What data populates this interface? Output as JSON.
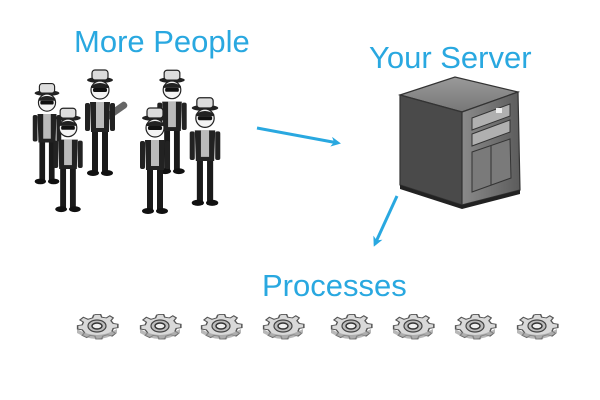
{
  "labels": {
    "people": "More People",
    "server": "Your Server",
    "processes": "Processes"
  },
  "colors": {
    "accent": "#29a8e0",
    "figure_dark": "#222222",
    "server_body": "#6f6f6f",
    "gear_fill": "#d8d8d8"
  },
  "icons": {
    "people": "cartoon-people-group-icon",
    "server": "tower-server-icon",
    "process": "gear-icon"
  },
  "process_count": 8
}
